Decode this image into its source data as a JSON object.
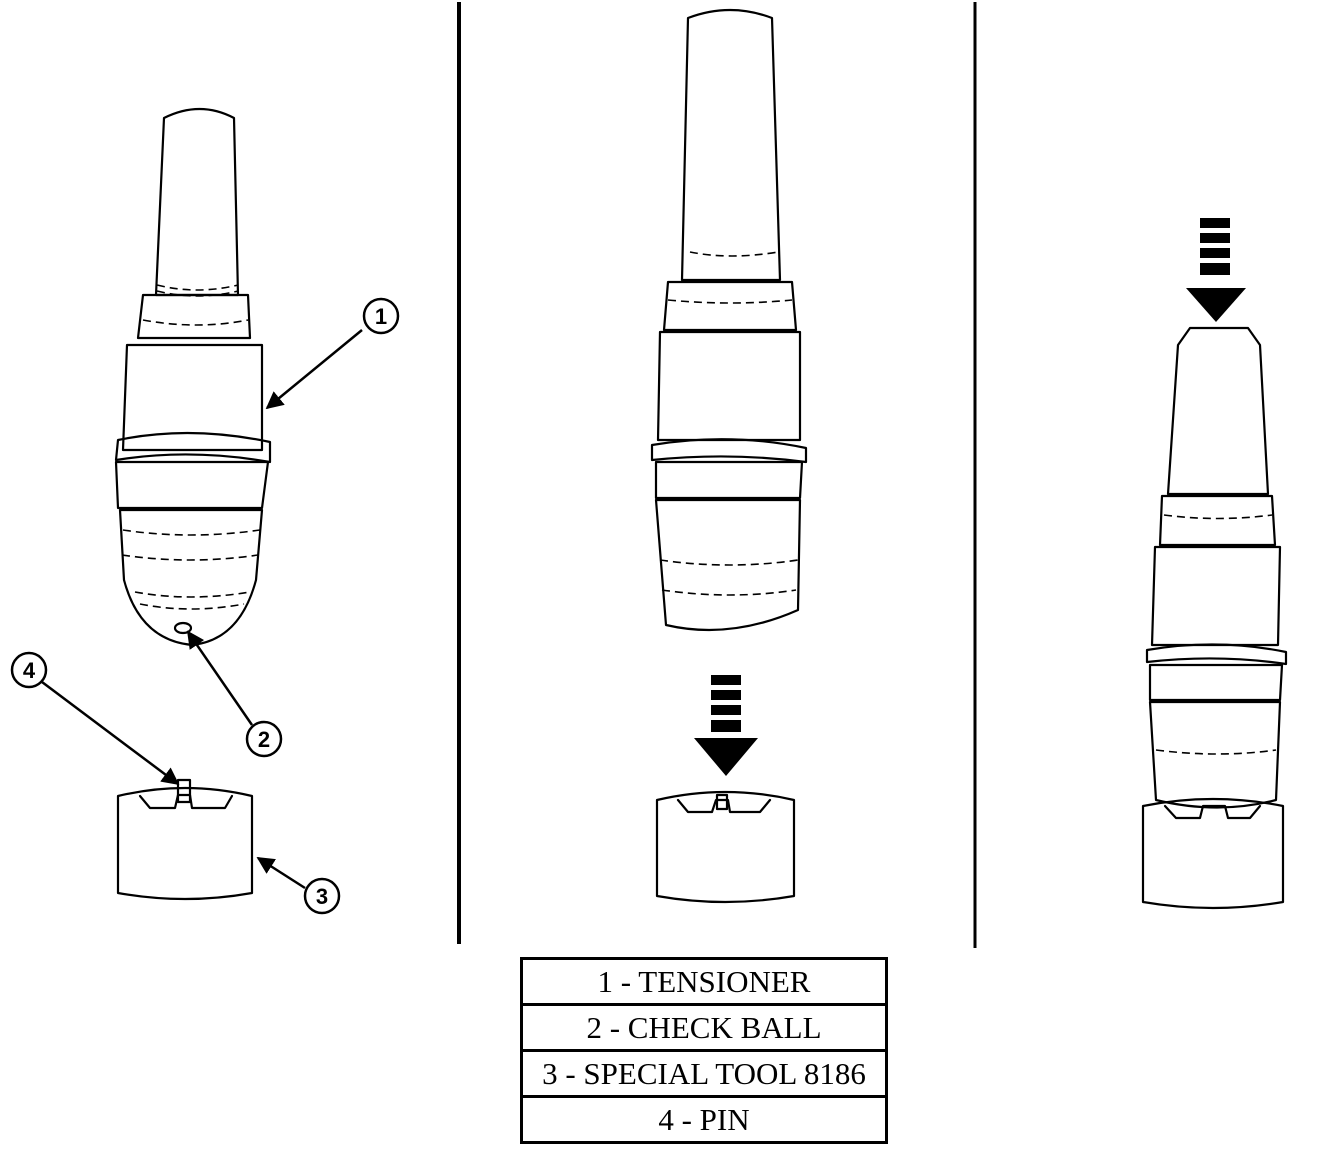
{
  "callouts": [
    "1",
    "2",
    "3",
    "4"
  ],
  "legend": [
    "1 - TENSIONER",
    "2 - CHECK BALL",
    "3 - SPECIAL TOOL 8186",
    "4 - PIN"
  ]
}
